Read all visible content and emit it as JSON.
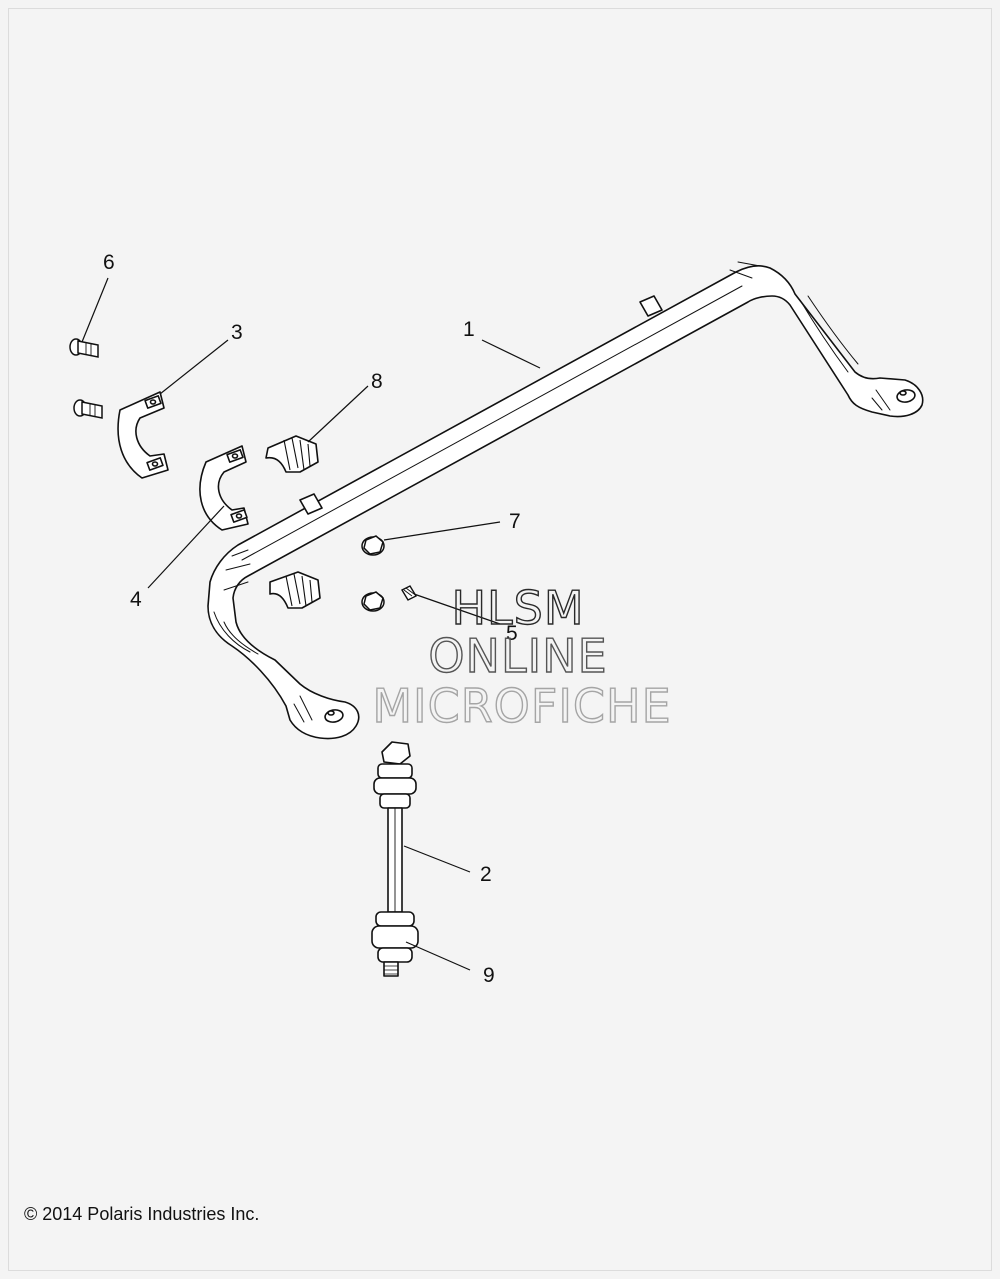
{
  "callouts": [
    {
      "num": "1"
    },
    {
      "num": "2"
    },
    {
      "num": "3"
    },
    {
      "num": "4"
    },
    {
      "num": "5"
    },
    {
      "num": "6"
    },
    {
      "num": "7"
    },
    {
      "num": "8"
    },
    {
      "num": "9"
    }
  ],
  "watermark": {
    "line1": "HLSM",
    "line2": "ONLINE",
    "line3": "MICROFICHE",
    "colors": [
      "#2a2a2a",
      "#555555",
      "#a5a5a5"
    ]
  },
  "footer": {
    "copyright": "© 2014 Polaris Industries Inc."
  },
  "colors": {
    "background": "#f4f4f4",
    "line": "#111111",
    "part_fill": "#ffffff"
  }
}
